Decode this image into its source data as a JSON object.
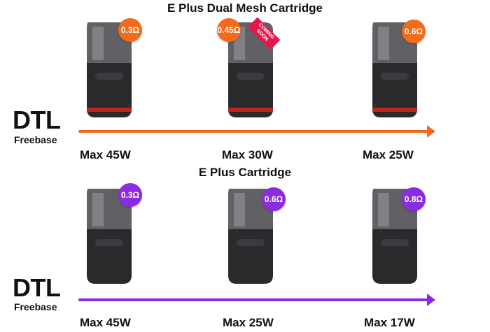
{
  "top_section": {
    "title": "E Plus Dual Mesh Cartridge",
    "dtl_label": "DTL",
    "freebase_label": "Freebase",
    "accent_color": "#f26a1b",
    "pods": [
      {
        "resistance": "0.3Ω",
        "max_power": "Max 45W"
      },
      {
        "resistance": "0.45Ω",
        "max_power": "Max 30W",
        "ribbon": "COMING SOON"
      },
      {
        "resistance": "0.6Ω",
        "max_power": "Max 25W"
      }
    ]
  },
  "bottom_section": {
    "title": "E Plus Cartridge",
    "dtl_label": "DTL",
    "freebase_label": "Freebase",
    "accent_color": "#8a2be2",
    "pods": [
      {
        "resistance": "0.3Ω",
        "max_power": "Max 45W"
      },
      {
        "resistance": "0.6Ω",
        "max_power": "Max 25W"
      },
      {
        "resistance": "0.8Ω",
        "max_power": "Max 17W"
      }
    ]
  }
}
